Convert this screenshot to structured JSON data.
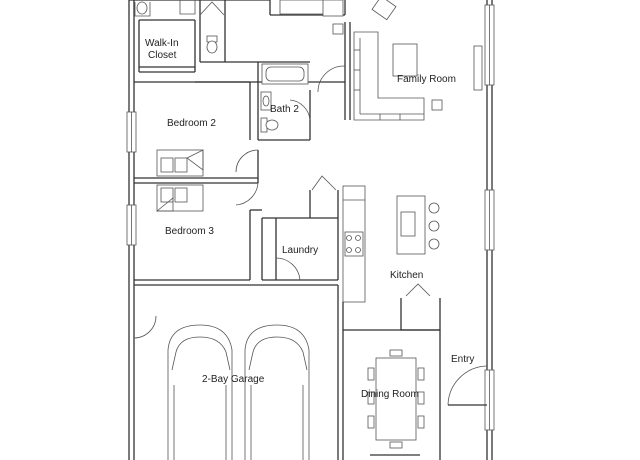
{
  "rooms": {
    "walk_in_closet_line1": "Walk-In",
    "walk_in_closet_line2": "Closet",
    "family_room": "Family Room",
    "bath_2": "Bath 2",
    "bedroom_2": "Bedroom 2",
    "bedroom_3": "Bedroom 3",
    "laundry": "Laundry",
    "kitchen": "Kitchen",
    "garage": "2-Bay Garage",
    "entry": "Entry",
    "dining_room": "Dining Room"
  }
}
